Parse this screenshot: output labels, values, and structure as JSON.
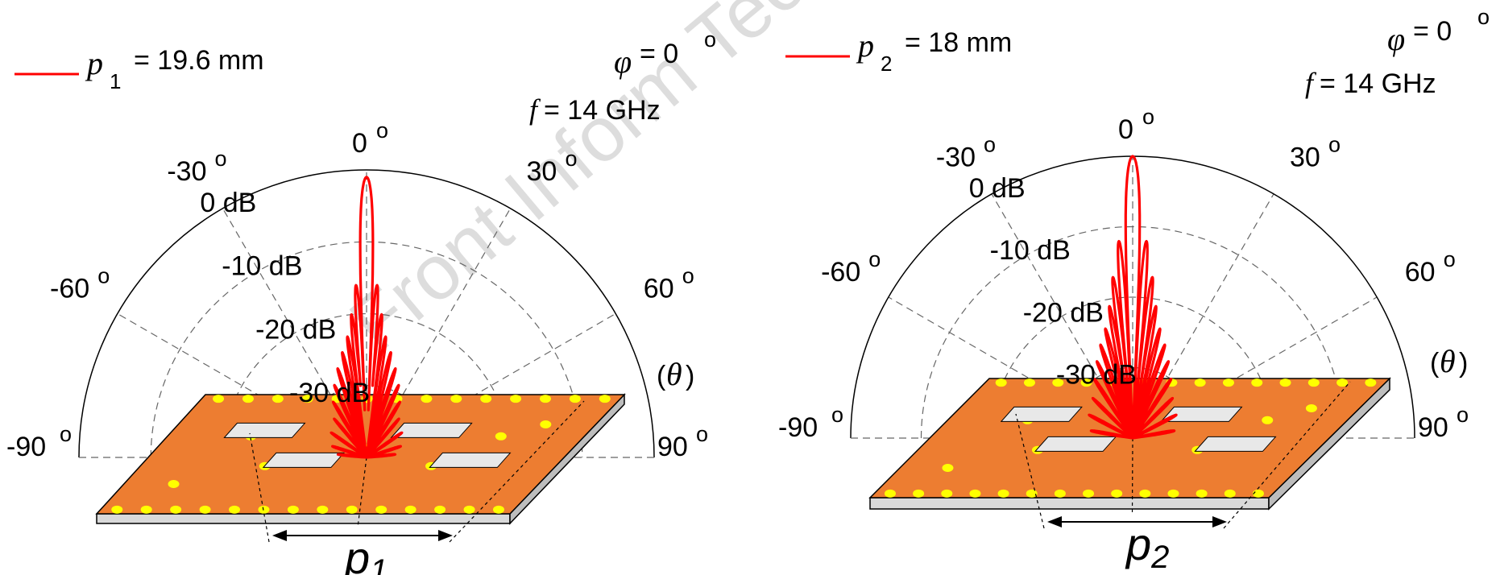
{
  "watermark": "Front Inform Technol E",
  "chart_data": [
    {
      "type": "polar",
      "id": "p1",
      "legend": {
        "symbol": "p",
        "subscript": "1",
        "text": "= 19.6 mm"
      },
      "phi": {
        "symbol": "φ",
        "text": "= 0",
        "sup": "o"
      },
      "freq": {
        "symbol": "f",
        "text": "= 14 GHz"
      },
      "theta_label": {
        "open": "(",
        "symbol": "θ",
        "close": ")"
      },
      "angle_ticks": [
        {
          "deg": -90,
          "label": "-90",
          "sup": "o"
        },
        {
          "deg": -60,
          "label": "-60",
          "sup": "o"
        },
        {
          "deg": -30,
          "label": "-30",
          "sup": "o"
        },
        {
          "deg": 0,
          "label": "0",
          "sup": "o"
        },
        {
          "deg": 30,
          "label": "30",
          "sup": "o"
        },
        {
          "deg": 60,
          "label": "60",
          "sup": "o"
        },
        {
          "deg": 90,
          "label": "90",
          "sup": "o"
        }
      ],
      "rings": [
        {
          "db": 0,
          "label": "0 dB"
        },
        {
          "db": -10,
          "label": "-10 dB"
        },
        {
          "db": -20,
          "label": "-20 dB"
        },
        {
          "db": -30,
          "label": "-30 dB"
        }
      ],
      "r_range_db": [
        -40,
        0
      ],
      "series": [
        {
          "color": "#ff0000",
          "main_lobe": {
            "theta_deg": 0,
            "gain_db": -1,
            "half_width_deg": 2.2
          },
          "side_lobes": [
            {
              "theta_deg": -3.5,
              "gain_db": -16
            },
            {
              "theta_deg": 3.5,
              "gain_db": -16
            },
            {
              "theta_deg": -6,
              "gain_db": -20
            },
            {
              "theta_deg": 6,
              "gain_db": -20
            },
            {
              "theta_deg": -9,
              "gain_db": -23
            },
            {
              "theta_deg": 9,
              "gain_db": -23
            },
            {
              "theta_deg": -13,
              "gain_db": -25
            },
            {
              "theta_deg": 13,
              "gain_db": -25
            },
            {
              "theta_deg": -18,
              "gain_db": -27
            },
            {
              "theta_deg": 18,
              "gain_db": -27
            },
            {
              "theta_deg": -24,
              "gain_db": -29
            },
            {
              "theta_deg": 24,
              "gain_db": -29
            },
            {
              "theta_deg": -31,
              "gain_db": -31
            },
            {
              "theta_deg": 31,
              "gain_db": -31
            },
            {
              "theta_deg": -40,
              "gain_db": -33
            },
            {
              "theta_deg": 40,
              "gain_db": -33
            },
            {
              "theta_deg": -55,
              "gain_db": -34
            },
            {
              "theta_deg": 55,
              "gain_db": -34
            },
            {
              "theta_deg": -72,
              "gain_db": -35
            },
            {
              "theta_deg": 72,
              "gain_db": -35
            },
            {
              "theta_deg": -84,
              "gain_db": -36
            },
            {
              "theta_deg": 84,
              "gain_db": -36
            }
          ]
        }
      ],
      "board_label": {
        "symbol": "p",
        "subscript": "1"
      }
    },
    {
      "type": "polar",
      "id": "p2",
      "legend": {
        "symbol": "p",
        "subscript": "2",
        "text": "= 18 mm"
      },
      "phi": {
        "symbol": "φ",
        "text": "= 0",
        "sup": "o"
      },
      "freq": {
        "symbol": "f",
        "text": "= 14 GHz"
      },
      "theta_label": {
        "open": "(",
        "symbol": "θ",
        "close": ")"
      },
      "angle_ticks": [
        {
          "deg": -90,
          "label": "-90",
          "sup": "o"
        },
        {
          "deg": -60,
          "label": "-60",
          "sup": "o"
        },
        {
          "deg": -30,
          "label": "-30",
          "sup": "o"
        },
        {
          "deg": 0,
          "label": "0",
          "sup": "o"
        },
        {
          "deg": 30,
          "label": "30",
          "sup": "o"
        },
        {
          "deg": 60,
          "label": "60",
          "sup": "o"
        },
        {
          "deg": 90,
          "label": "90",
          "sup": "o"
        }
      ],
      "rings": [
        {
          "db": 0,
          "label": "0 dB"
        },
        {
          "db": -10,
          "label": "-10 dB"
        },
        {
          "db": -20,
          "label": "-20 dB"
        },
        {
          "db": -30,
          "label": "-30 dB"
        }
      ],
      "r_range_db": [
        -40,
        0
      ],
      "series": [
        {
          "color": "#ff0000",
          "main_lobe": {
            "theta_deg": 0,
            "gain_db": 0,
            "half_width_deg": 2.4
          },
          "side_lobes": [
            {
              "theta_deg": -4,
              "gain_db": -12
            },
            {
              "theta_deg": 4,
              "gain_db": -12
            },
            {
              "theta_deg": -7,
              "gain_db": -17
            },
            {
              "theta_deg": 7,
              "gain_db": -17
            },
            {
              "theta_deg": -10,
              "gain_db": -21
            },
            {
              "theta_deg": 10,
              "gain_db": -21
            },
            {
              "theta_deg": -14,
              "gain_db": -24
            },
            {
              "theta_deg": 14,
              "gain_db": -24
            },
            {
              "theta_deg": -19,
              "gain_db": -26
            },
            {
              "theta_deg": 19,
              "gain_db": -26
            },
            {
              "theta_deg": -25,
              "gain_db": -28
            },
            {
              "theta_deg": 25,
              "gain_db": -28
            },
            {
              "theta_deg": -33,
              "gain_db": -30
            },
            {
              "theta_deg": 33,
              "gain_db": -30
            },
            {
              "theta_deg": -45,
              "gain_db": -32
            },
            {
              "theta_deg": 45,
              "gain_db": -32
            },
            {
              "theta_deg": -62,
              "gain_db": -33
            },
            {
              "theta_deg": 62,
              "gain_db": -33
            },
            {
              "theta_deg": -80,
              "gain_db": -34
            },
            {
              "theta_deg": 80,
              "gain_db": -34
            }
          ]
        }
      ],
      "board_label": {
        "symbol": "p",
        "subscript": "2"
      }
    }
  ]
}
